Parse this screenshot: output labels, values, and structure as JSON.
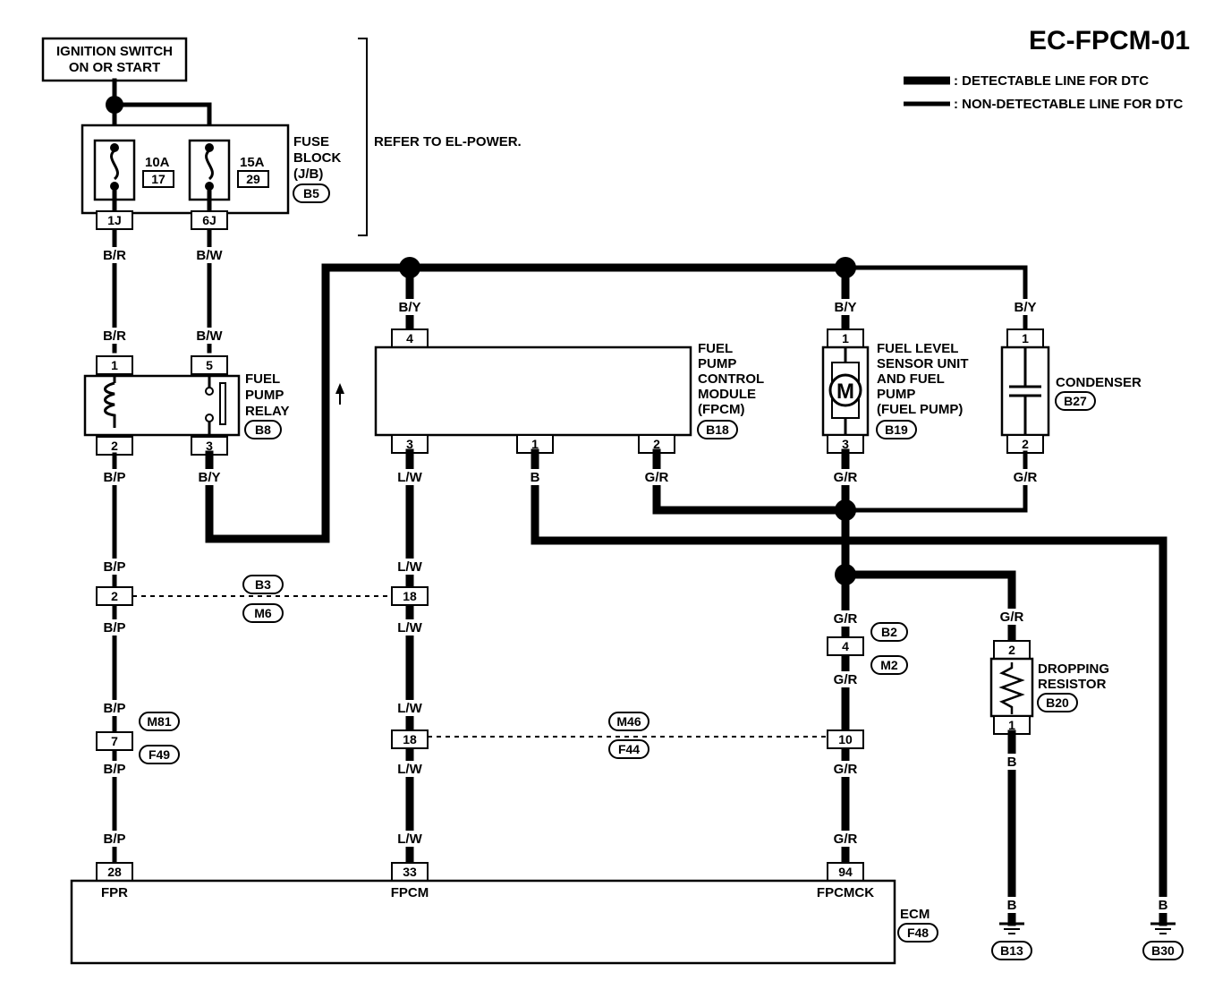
{
  "title": "EC-FPCM-01",
  "legend": {
    "detectable": ": DETECTABLE LINE FOR DTC",
    "non_detectable": ": NON-DETECTABLE LINE FOR DTC"
  },
  "ignition": {
    "line1": "IGNITION SWITCH",
    "line2": "ON OR START"
  },
  "fuse_block": {
    "label1": "FUSE",
    "label2": "BLOCK",
    "label3": "(J/B)",
    "connector": "B5",
    "fuse1_rating": "10A",
    "fuse1_no": "17",
    "fuse2_rating": "15A",
    "fuse2_no": "29",
    "pin1": "1J",
    "pin2": "6J"
  },
  "refer_note": "REFER TO EL-POWER.",
  "relay": {
    "label1": "FUEL",
    "label2": "PUMP",
    "label3": "RELAY",
    "connector": "B8",
    "pin_tl": "1",
    "pin_tr": "5",
    "pin_bl": "2",
    "pin_br": "3"
  },
  "fpcm": {
    "label1": "FUEL",
    "label2": "PUMP",
    "label3": "CONTROL",
    "label4": "MODULE",
    "label5": "(FPCM)",
    "connector": "B18",
    "pin_top": "4",
    "pin_b1": "3",
    "pin_b2": "1",
    "pin_b3": "2"
  },
  "fuel_pump": {
    "label1": "FUEL LEVEL",
    "label2": "SENSOR UNIT",
    "label3": "AND FUEL",
    "label4": "PUMP",
    "label5": "(FUEL PUMP)",
    "connector": "B19",
    "pin_top": "1",
    "pin_bot": "3",
    "motor": "M"
  },
  "condenser": {
    "label": "CONDENSER",
    "connector": "B27",
    "pin_top": "1",
    "pin_bot": "2"
  },
  "resistor": {
    "label1": "DROPPING",
    "label2": "RESISTOR",
    "connector": "B20",
    "pin_top": "2",
    "pin_bot": "1"
  },
  "ecm": {
    "label": "ECM",
    "connector": "F48",
    "pin1": "28",
    "pin2": "33",
    "pin3": "94",
    "name1": "FPR",
    "name2": "FPCM",
    "name3": "FPCMCK"
  },
  "joints": {
    "b3": "B3",
    "m6": "M6",
    "m81": "M81",
    "f49": "F49",
    "m46": "M46",
    "f44": "F44",
    "b2": "B2",
    "m2": "M2",
    "j_b3_pin1": "2",
    "j_b3_pin2": "18",
    "j_m81_pin": "7",
    "j_m46_pin1": "18",
    "j_m46_pin2": "10",
    "j_b2_pin": "4"
  },
  "grounds": {
    "g1": "B13",
    "g2": "B30"
  },
  "wire_colors": {
    "br": "B/R",
    "bw": "B/W",
    "by": "B/Y",
    "bp": "B/P",
    "lw": "L/W",
    "b": "B",
    "gr": "G/R"
  }
}
